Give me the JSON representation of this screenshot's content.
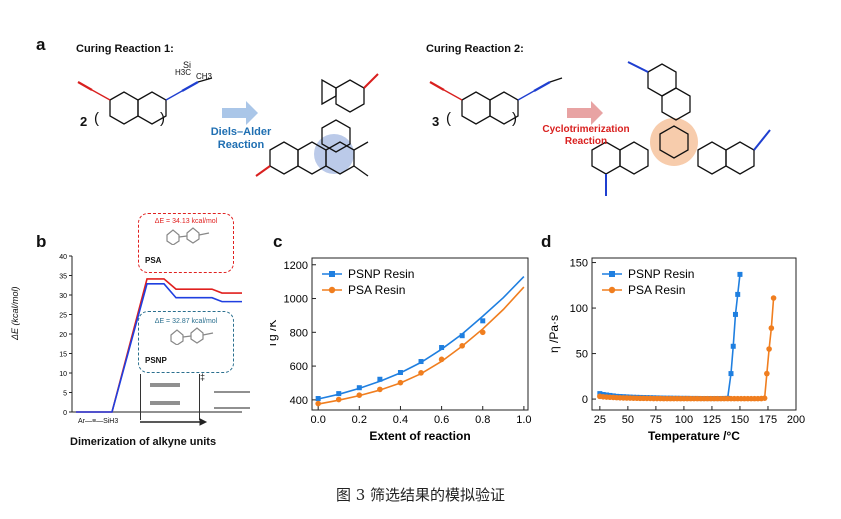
{
  "panel_a": {
    "letter": "a",
    "reaction1": {
      "title": "Curing Reaction 1:",
      "coef": "2",
      "paren_open": "(",
      "paren_close": ")",
      "arrow_label_line1": "Diels–Alder",
      "arrow_label_line2": "Reaction",
      "si_label": "Si",
      "h3c_label": "H3C",
      "ch3_label": "CH3",
      "arrow_color": "#1f6fb2",
      "highlight_color": "#aabde3"
    },
    "reaction2": {
      "title": "Curing Reaction 2:",
      "coef": "3",
      "paren_open": "(",
      "paren_close": ")",
      "arrow_label_line1": "Cyclotrimerization",
      "arrow_label_line2": "Reaction",
      "arrow_color": "#d9201f",
      "highlight_color": "#f6c6a3"
    }
  },
  "panel_b": {
    "letter": "b",
    "ylabel": "ΔE (kcal/mol)",
    "yticks": [
      "0",
      "5",
      "10",
      "15",
      "20",
      "25",
      "30",
      "35",
      "40"
    ],
    "xlabel": "Dimerization of alkyne units",
    "psa_box": {
      "energy_text": "ΔE = 34.13 kcal/mol",
      "label": "PSA",
      "color": "#e0201f"
    },
    "psnp_box": {
      "energy_text": "ΔE = 32.87 kcal/mol",
      "label": "PSNP",
      "color": "#2a6f8e"
    },
    "reactant_label": "Ar—≡—SiH3",
    "ts_dagger": "‡",
    "curves": [
      {
        "name": "PSA",
        "color": "#e0201f",
        "levels": [
          0,
          34.13,
          31.5,
          30.5
        ]
      },
      {
        "name": "PSNP",
        "color": "#1f3fe0",
        "levels": [
          0,
          32.87,
          29.3,
          28.3
        ]
      }
    ]
  },
  "panel_c": {
    "letter": "c",
    "chart_data": {
      "type": "scatter",
      "xlabel": "Extent of reaction",
      "ylabel": "Tg /K",
      "xlim": [
        -0.03,
        1.02
      ],
      "ylim": [
        340,
        1240
      ],
      "xticks": [
        "0.0",
        "0.2",
        "0.4",
        "0.6",
        "0.8",
        "1.0"
      ],
      "yticks": [
        "400",
        "600",
        "800",
        "1000",
        "1200"
      ],
      "legend_position": "top-left",
      "series": [
        {
          "name": "PSNP Resin",
          "color": "#1f7fe0",
          "marker": "square",
          "x": [
            0.0,
            0.1,
            0.2,
            0.3,
            0.4,
            0.5,
            0.6,
            0.7,
            0.8
          ],
          "y": [
            408,
            437,
            472,
            522,
            562,
            627,
            710,
            780,
            868
          ],
          "fit": [
            [
              0.0,
              405
            ],
            [
              0.1,
              433
            ],
            [
              0.2,
              468
            ],
            [
              0.3,
              510
            ],
            [
              0.4,
              560
            ],
            [
              0.5,
              622
            ],
            [
              0.6,
              700
            ],
            [
              0.7,
              790
            ],
            [
              0.8,
              895
            ],
            [
              0.9,
              1005
            ],
            [
              1.0,
              1130
            ]
          ]
        },
        {
          "name": "PSA Resin",
          "color": "#f07e1f",
          "marker": "circle",
          "x": [
            0.0,
            0.1,
            0.2,
            0.3,
            0.4,
            0.5,
            0.6,
            0.7,
            0.8
          ],
          "y": [
            378,
            402,
            428,
            462,
            502,
            560,
            640,
            720,
            800
          ],
          "fit": [
            [
              0.0,
              375
            ],
            [
              0.1,
              398
            ],
            [
              0.2,
              425
            ],
            [
              0.3,
              458
            ],
            [
              0.4,
              500
            ],
            [
              0.5,
              555
            ],
            [
              0.6,
              628
            ],
            [
              0.7,
              718
            ],
            [
              0.8,
              820
            ],
            [
              0.9,
              935
            ],
            [
              1.0,
              1068
            ]
          ]
        }
      ]
    }
  },
  "panel_d": {
    "letter": "d",
    "chart_data": {
      "type": "line",
      "xlabel": "Temperature /°C",
      "ylabel": "η /Pa·s",
      "xlim": [
        18,
        200
      ],
      "ylim": [
        -12,
        155
      ],
      "xticks": [
        "25",
        "50",
        "75",
        "100",
        "125",
        "150",
        "175",
        "200"
      ],
      "yticks": [
        "0",
        "50",
        "100",
        "150"
      ],
      "legend_position": "top-left",
      "series": [
        {
          "name": "PSNP Resin",
          "color": "#1f7fe0",
          "marker": "square",
          "x": [
            25,
            28,
            31,
            34,
            37,
            40,
            43,
            46,
            49,
            52,
            55,
            58,
            61,
            64,
            67,
            70,
            73,
            76,
            79,
            82,
            85,
            88,
            91,
            94,
            97,
            100,
            103,
            106,
            109,
            112,
            115,
            118,
            121,
            124,
            127,
            130,
            133,
            136,
            139,
            142,
            144,
            146,
            148,
            150
          ],
          "y": [
            6,
            5,
            4.5,
            4,
            3.5,
            3,
            2.8,
            2.6,
            2.4,
            2.2,
            2,
            1.9,
            1.8,
            1.7,
            1.6,
            1.5,
            1.4,
            1.3,
            1.2,
            1.1,
            1,
            1,
            0.9,
            0.9,
            0.8,
            0.8,
            0.8,
            0.7,
            0.7,
            0.7,
            0.6,
            0.6,
            0.6,
            0.6,
            0.6,
            0.6,
            0.6,
            0.7,
            0.8,
            28,
            58,
            93,
            115,
            137
          ]
        },
        {
          "name": "PSA Resin",
          "color": "#f07e1f",
          "marker": "circle",
          "x": [
            25,
            28,
            31,
            34,
            37,
            40,
            43,
            46,
            49,
            52,
            55,
            58,
            61,
            64,
            67,
            70,
            73,
            76,
            79,
            82,
            85,
            88,
            91,
            94,
            97,
            100,
            103,
            106,
            109,
            112,
            115,
            118,
            121,
            124,
            127,
            130,
            133,
            136,
            139,
            142,
            145,
            148,
            151,
            154,
            157,
            160,
            163,
            166,
            169,
            172,
            174,
            176,
            178,
            180
          ],
          "y": [
            3,
            2.5,
            2.2,
            2,
            1.8,
            1.6,
            1.4,
            1.3,
            1.2,
            1.1,
            1,
            0.9,
            0.8,
            0.8,
            0.7,
            0.7,
            0.6,
            0.6,
            0.6,
            0.5,
            0.5,
            0.5,
            0.5,
            0.5,
            0.5,
            0.5,
            0.5,
            0.5,
            0.5,
            0.5,
            0.5,
            0.5,
            0.5,
            0.5,
            0.5,
            0.5,
            0.5,
            0.5,
            0.5,
            0.5,
            0.5,
            0.5,
            0.5,
            0.5,
            0.5,
            0.5,
            0.5,
            0.5,
            0.6,
            1,
            28,
            55,
            78,
            111
          ]
        }
      ]
    }
  },
  "caption": "图 3 筛选结果的模拟验证"
}
